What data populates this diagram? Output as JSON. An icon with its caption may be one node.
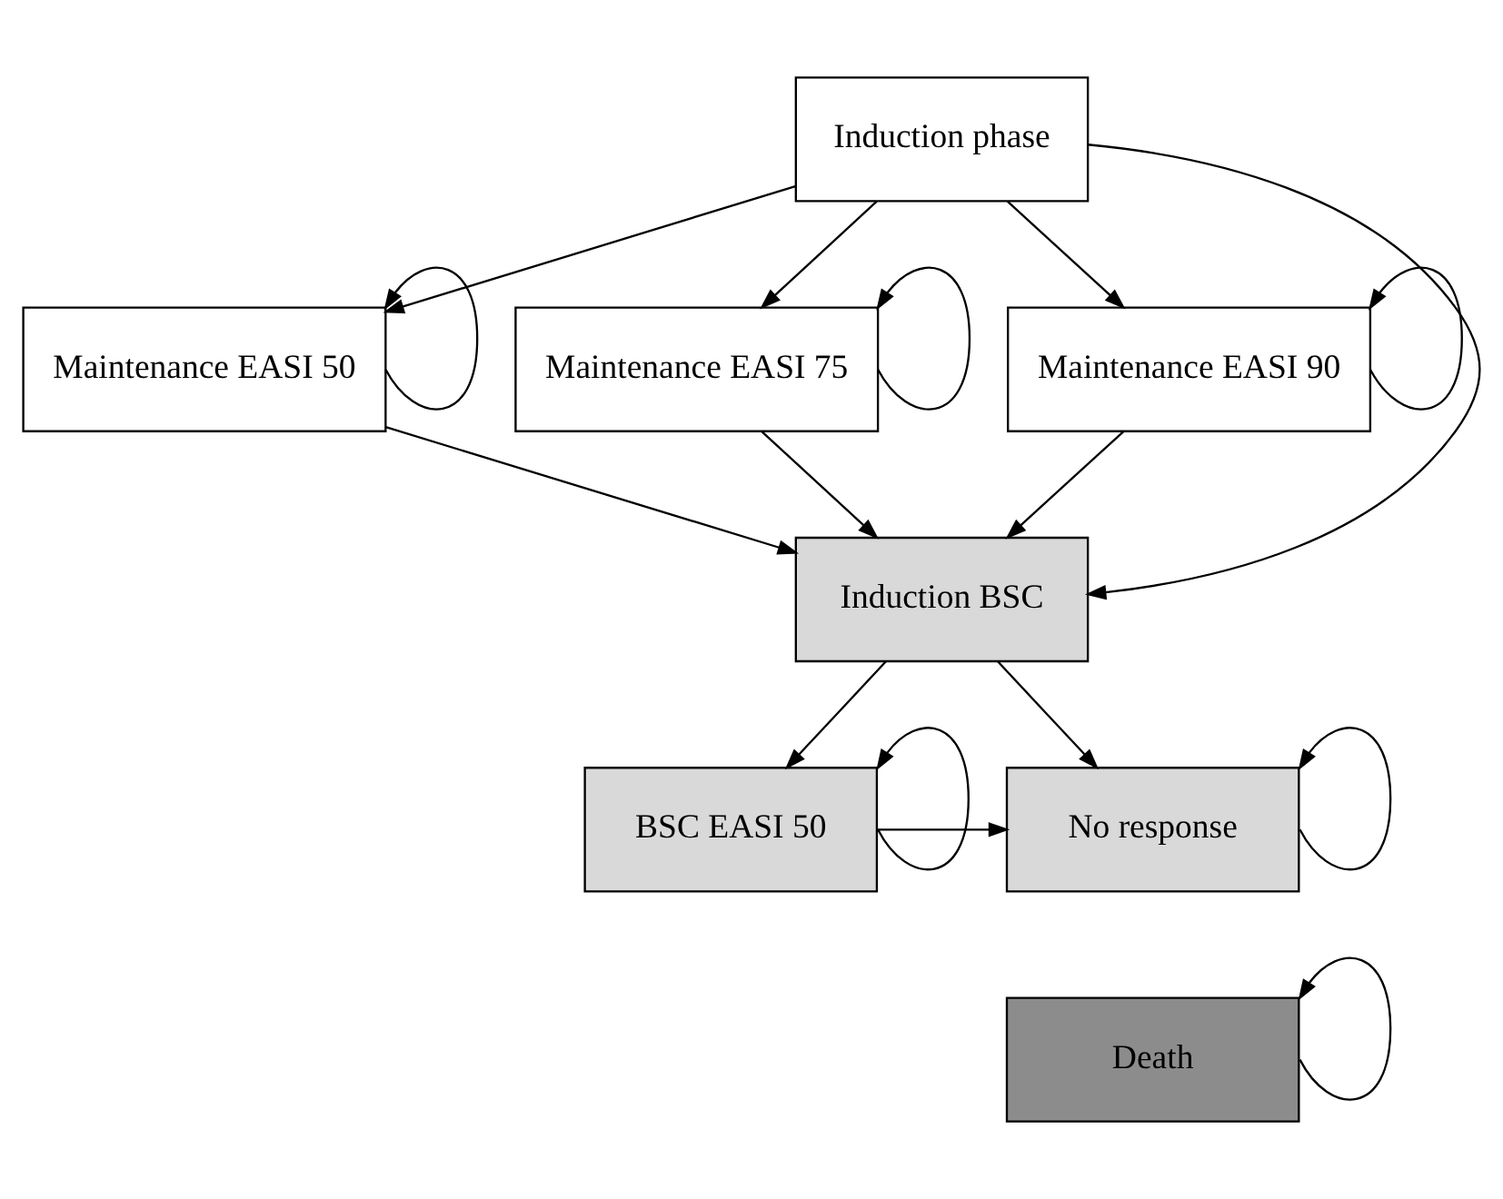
{
  "diagram": {
    "nodes": [
      {
        "text": [
          "Induction phase"
        ]
      },
      {
        "text": [
          "Maintenance EASI 50"
        ]
      },
      {
        "text": [
          "Maintenance EASI 75"
        ]
      },
      {
        "text": [
          "Maintenance EASI 90"
        ]
      },
      {
        "text": [
          "Induction BSC"
        ]
      },
      {
        "text": [
          "BSC EASI 50"
        ]
      },
      {
        "text": [
          "No response"
        ]
      },
      {
        "text": [
          "Death"
        ]
      }
    ],
    "edges": [
      {
        "from": 0,
        "to": 1,
        "arrow": "to"
      },
      {
        "from": 0,
        "to": 2,
        "arrow": "to"
      },
      {
        "from": 0,
        "to": 3,
        "arrow": "to"
      },
      {
        "from": 0,
        "to": 4,
        "arrow": "to"
      },
      {
        "from": 1,
        "to": 1,
        "arrow": "to"
      },
      {
        "from": 2,
        "to": 2,
        "arrow": "to"
      },
      {
        "from": 3,
        "to": 3,
        "arrow": "to"
      },
      {
        "from": 1,
        "to": 4,
        "arrow": "to"
      },
      {
        "from": 2,
        "to": 4,
        "arrow": "to"
      },
      {
        "from": 3,
        "to": 4,
        "arrow": "to"
      },
      {
        "from": 4,
        "to": 5,
        "arrow": "to"
      },
      {
        "from": 4,
        "to": 6,
        "arrow": "to"
      },
      {
        "from": 5,
        "to": 5,
        "arrow": "to"
      },
      {
        "from": 5,
        "to": 6,
        "arrow": "to"
      },
      {
        "from": 6,
        "to": 6,
        "arrow": "to"
      },
      {
        "from": 7,
        "to": 7,
        "arrow": "to"
      }
    ]
  }
}
